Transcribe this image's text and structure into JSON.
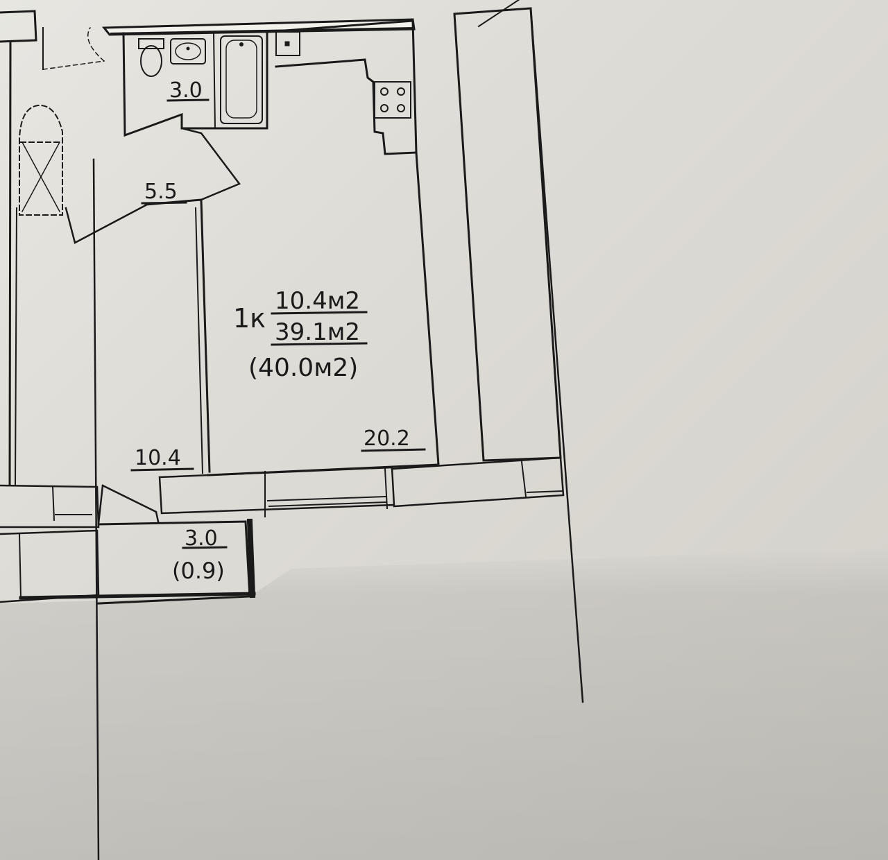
{
  "floor_plan": {
    "apartment_type": "1к",
    "living_area": "10.4м2",
    "total_area": "39.1м2",
    "total_with_balcony": "(40.0м2)",
    "rooms": {
      "bathroom_area": "3.0",
      "hallway_area": "5.5",
      "bedroom_area": "10.4",
      "kitchen_living_area": "20.2",
      "balcony_area": "3.0",
      "balcony_reduced_area": "(0.9)"
    }
  },
  "colors": {
    "paper": "#e4e3de",
    "ink": "#1a1a1a"
  }
}
